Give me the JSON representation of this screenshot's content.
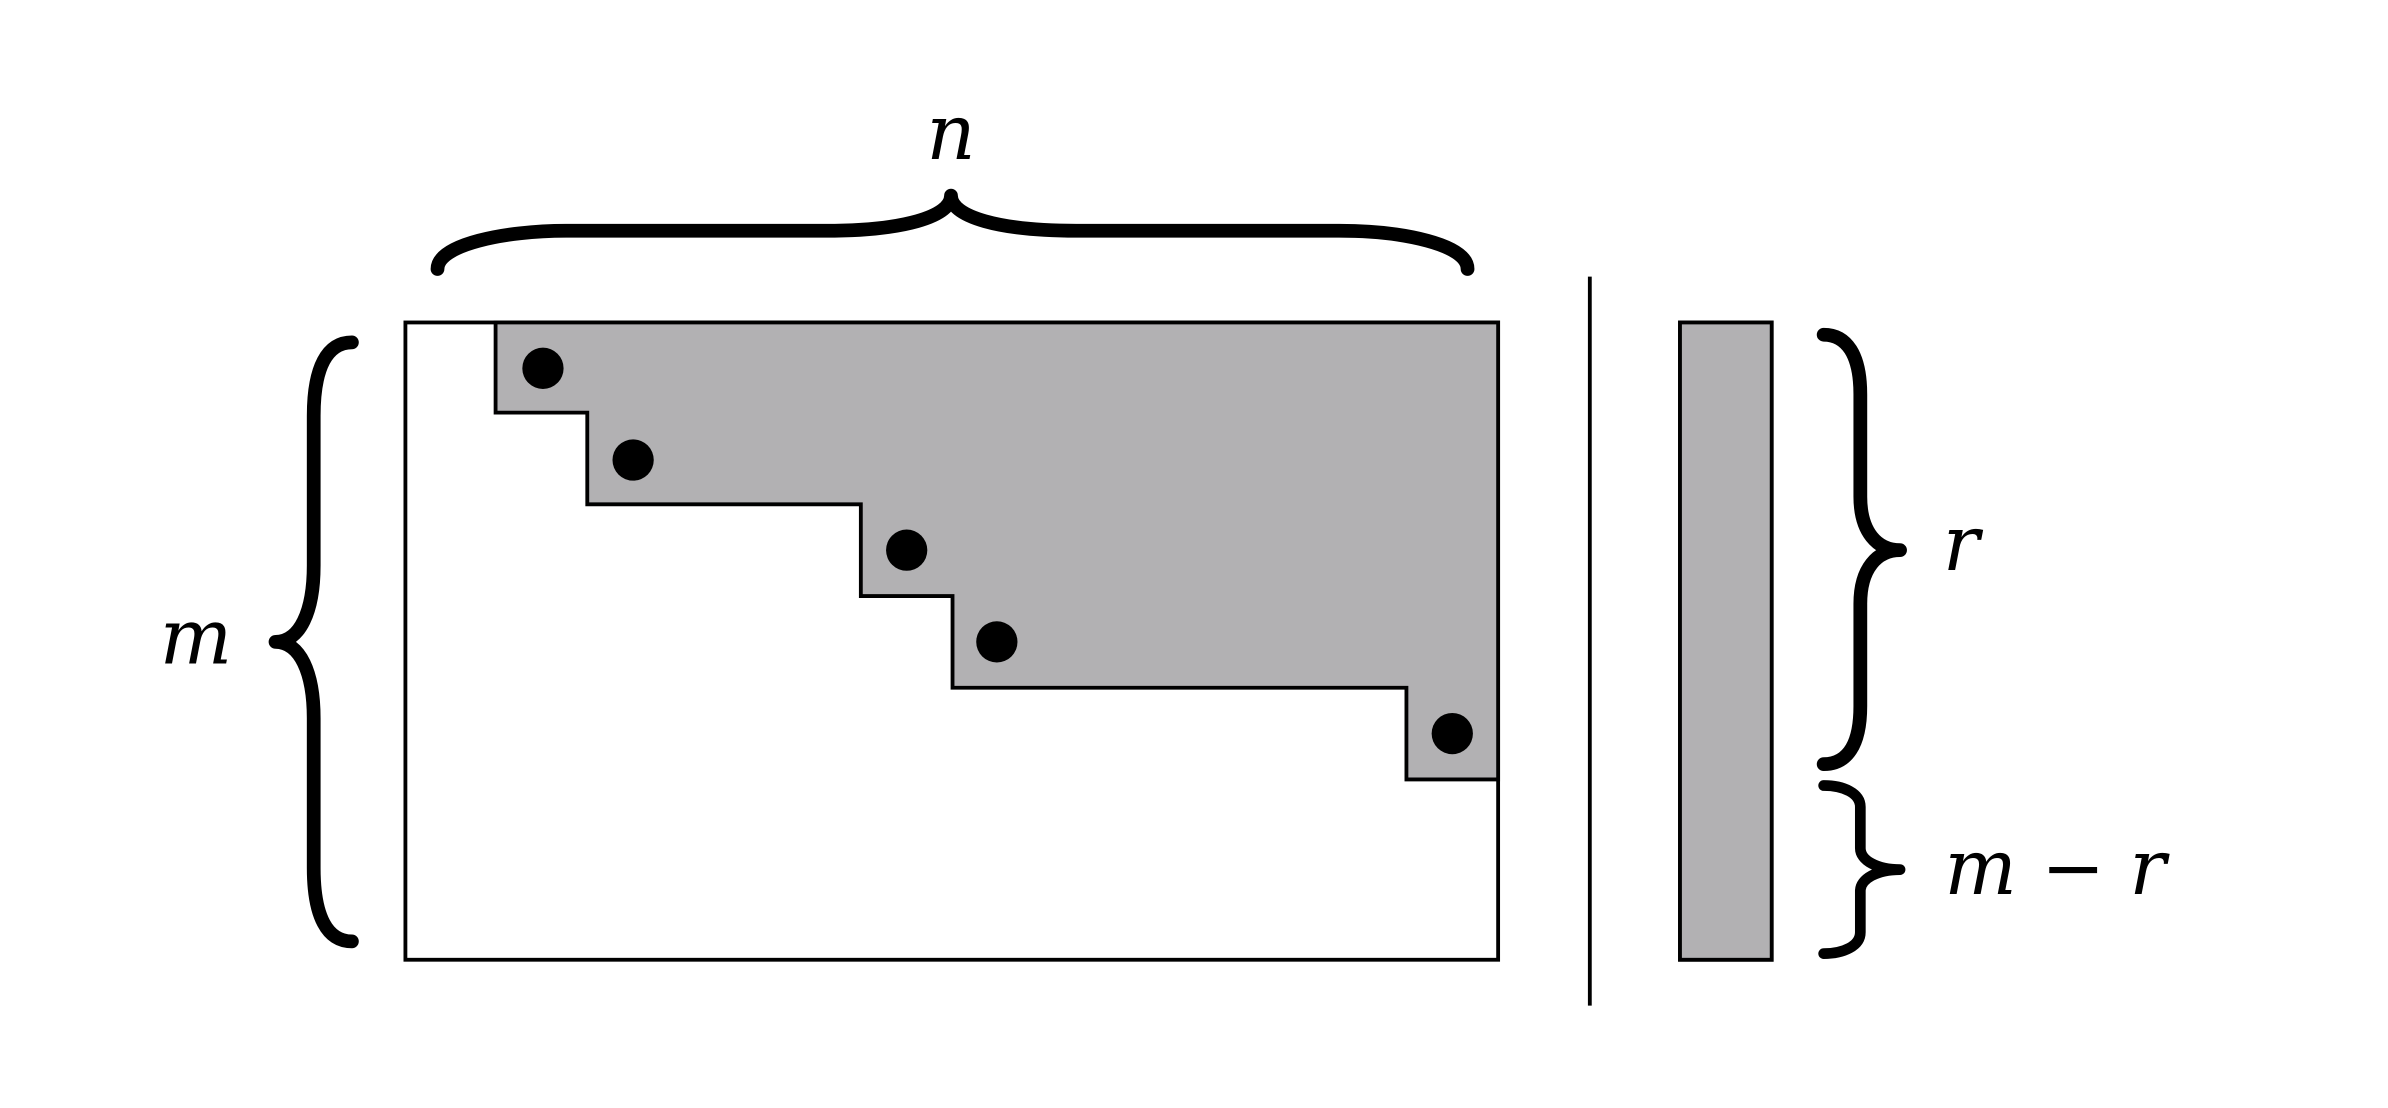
{
  "labels": {
    "n": "n",
    "m": "m",
    "r": "r",
    "m_minus_r": "m − r"
  },
  "colors": {
    "shade": "#b2b1b3",
    "stroke": "#000000",
    "background": "#ffffff"
  }
}
